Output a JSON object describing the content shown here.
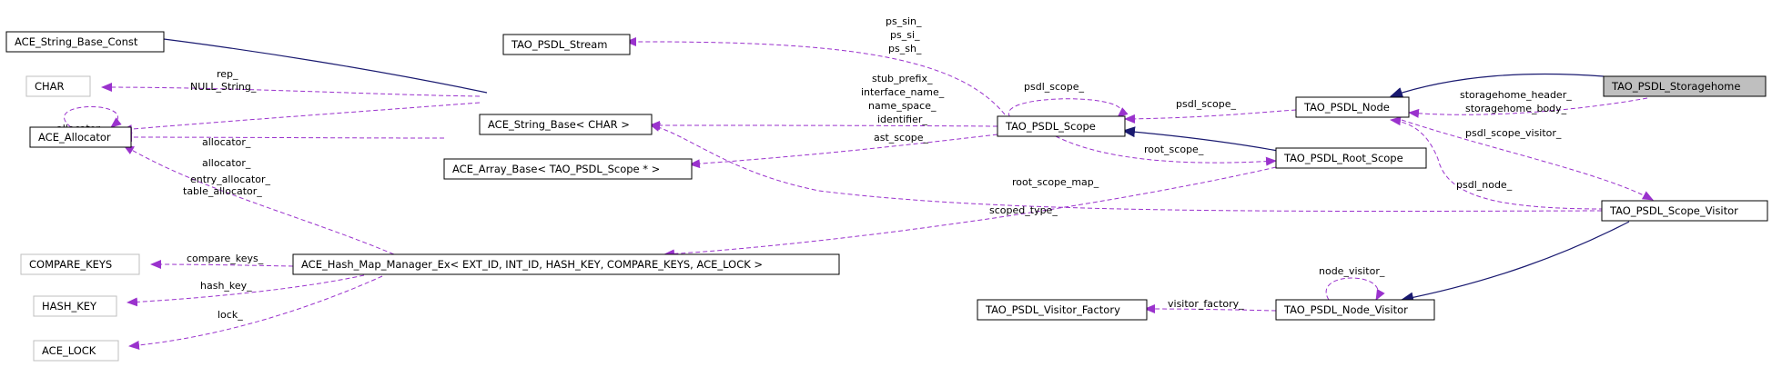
{
  "nodes": {
    "ace_string_base_const": "ACE_String_Base_Const",
    "char": "CHAR",
    "ace_allocator": "ACE_Allocator",
    "compare_keys": "COMPARE_KEYS",
    "hash_key": "HASH_KEY",
    "ace_lock": "ACE_LOCK",
    "tao_psdl_stream": "TAO_PSDL_Stream",
    "ace_string_base_char": "ACE_String_Base< CHAR >",
    "ace_array_base_scope": "ACE_Array_Base< TAO_PSDL_Scope * >",
    "ace_hash_map_manager_ex": "ACE_Hash_Map_Manager_Ex< EXT_ID, INT_ID, HASH_KEY, COMPARE_KEYS, ACE_LOCK >",
    "tao_psdl_scope": "TAO_PSDL_Scope",
    "tao_psdl_root_scope": "TAO_PSDL_Root_Scope",
    "tao_psdl_node": "TAO_PSDL_Node",
    "tao_psdl_storagehome": "TAO_PSDL_Storagehome",
    "tao_psdl_scope_visitor": "TAO_PSDL_Scope_Visitor",
    "tao_psdl_visitor_factory": "TAO_PSDL_Visitor_Factory",
    "tao_psdl_node_visitor": "TAO_PSDL_Node_Visitor"
  },
  "edge_labels": {
    "allocator_self": "allocator_",
    "rep": "rep_",
    "null_string": "NULL_String_",
    "allocator_string": "allocator_",
    "allocator_array": "allocator_",
    "entry_allocator": "entry_allocator_",
    "table_allocator": "table_allocator_",
    "compare_keys": "compare_keys_",
    "hash_key": "hash_key_",
    "lock": "lock_",
    "ps_sin": "ps_sin_",
    "ps_si": "ps_si_",
    "ps_sh": "ps_sh_",
    "stub_prefix": "stub_prefix_",
    "interface_name": "interface_name_",
    "name_space": "name_space_",
    "identifier": "identifier_",
    "ast_scope": "ast_scope_",
    "psdl_scope_self": "psdl_scope_",
    "psdl_scope_node": "psdl_scope_",
    "root_scope": "root_scope_",
    "root_scope_map": "root_scope_map_",
    "scoped_type": "scoped_type_",
    "storagehome_header": "storagehome_header_",
    "storagehome_body": "storagehome_body_",
    "psdl_scope_visitor": "psdl_scope_visitor_",
    "psdl_node": "psdl_node_",
    "node_visitor": "node_visitor_",
    "visitor_factory": "visitor_factory_"
  },
  "colors": {
    "usage_edge": "#9a32cd",
    "inheritance_edge": "#191970",
    "focus_fill": "#bfbfbf",
    "external_border": "#bfbfbf"
  }
}
